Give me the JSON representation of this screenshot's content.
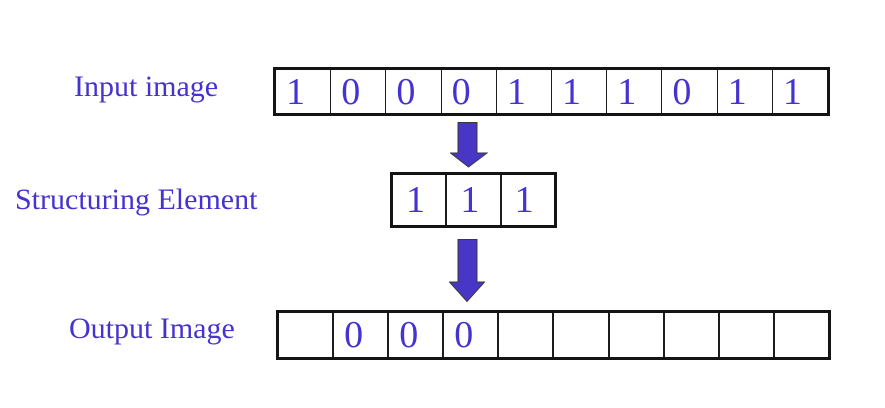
{
  "colors": {
    "background": "#ffffff",
    "label_text": "#4533d1",
    "cell_text": "#4533d1",
    "box_border": "#141414",
    "arrow_fill": "#4836c6",
    "arrow_stroke": "#3a3a3a"
  },
  "rows": {
    "input": {
      "label": "Input image",
      "cells": [
        "1",
        "0",
        "0",
        "0",
        "1",
        "1",
        "1",
        "0",
        "1",
        "1"
      ]
    },
    "structuring": {
      "label": "Structuring Element",
      "cells": [
        "1",
        "1",
        "1"
      ]
    },
    "output": {
      "label": "Output Image",
      "cells": [
        "",
        "0",
        "0",
        "0",
        "",
        "",
        "",
        "",
        "",
        ""
      ]
    }
  },
  "icons": {
    "arrow_top": "down-arrow-icon",
    "arrow_bottom": "down-arrow-icon"
  }
}
